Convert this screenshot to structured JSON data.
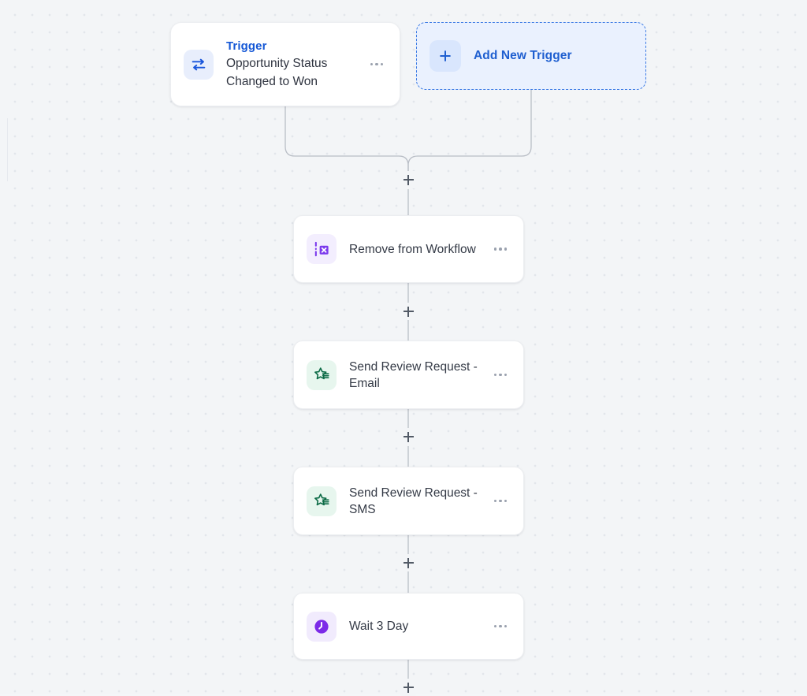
{
  "canvas": {
    "background_color": "#f3f5f7",
    "dot_color": "#e2e6eb"
  },
  "trigger": {
    "icon": "exchange-arrows-icon",
    "kicker": "Trigger",
    "title_line_1": "Opportunity Status",
    "title_line_2": "Changed to Won",
    "menu_icon": "ellipsis-icon",
    "accent_color": "#1558d6"
  },
  "add_trigger": {
    "icon": "plus-icon",
    "label": "Add New Trigger",
    "border_color": "#3b7ae4",
    "fill_color": "#eaf1fe"
  },
  "nodes": [
    {
      "id": "remove-from-workflow",
      "icon": "remove-from-workflow-icon",
      "badge_color": "#f3eefe",
      "icon_color": "#7c3aed",
      "label": "Remove from Workflow",
      "menu_icon": "ellipsis-icon"
    },
    {
      "id": "send-review-request-email",
      "icon": "review-star-icon",
      "badge_color": "#e7f6ee",
      "icon_color": "#0c6b46",
      "label": "Send Review Request - Email",
      "menu_icon": "ellipsis-icon"
    },
    {
      "id": "send-review-request-sms",
      "icon": "review-star-icon",
      "badge_color": "#e7f6ee",
      "icon_color": "#0c6b46",
      "label": "Send Review Request - SMS",
      "menu_icon": "ellipsis-icon"
    },
    {
      "id": "wait-3-day",
      "icon": "clock-icon",
      "badge_color": "#f1ebfd",
      "icon_color": "#7c2ae8",
      "label": "Wait 3 Day",
      "menu_icon": "ellipsis-icon"
    }
  ],
  "connectors": {
    "add_step_icon": "plus-icon",
    "line_color": "#b9bec6",
    "count": 5
  }
}
